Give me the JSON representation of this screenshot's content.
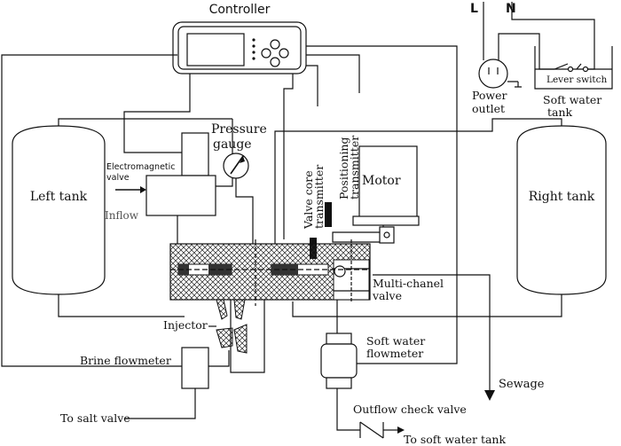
{
  "labels": {
    "controller": "Controller",
    "L": "L",
    "N": "N",
    "power_outlet_1": "Power",
    "power_outlet_2": "outlet",
    "soft_water_tank_1": "Soft water",
    "soft_water_tank_2": "tank",
    "lever_switch": "Lever switch",
    "pressure_1": "Pressure",
    "pressure_2": "gauge",
    "electromagnetic_1": "Electromagnetic",
    "electromagnetic_2": "valve",
    "left_tank": "Left tank",
    "inflow": "Inflow",
    "valve_core_1": "Valve core",
    "valve_core_2": "transmitter",
    "positioning_1": "Positioning",
    "positioning_2": "transmitter",
    "motor": "Motor",
    "right_tank": "Right tank",
    "multi_1": "Multi-chanel",
    "multi_2": "valve",
    "injector": "Injector",
    "brine_flowmeter": "Brine flowmeter",
    "soft_flowmeter_1": "Soft water",
    "soft_flowmeter_2": "flowmeter",
    "sewage": "Sewage",
    "to_salt": "To salt valve",
    "check_valve": "Outflow check valve",
    "to_soft_tank": "To soft water tank"
  },
  "colors": {
    "line": "#111111",
    "inflow": "#555555",
    "hatch": "#222222"
  }
}
